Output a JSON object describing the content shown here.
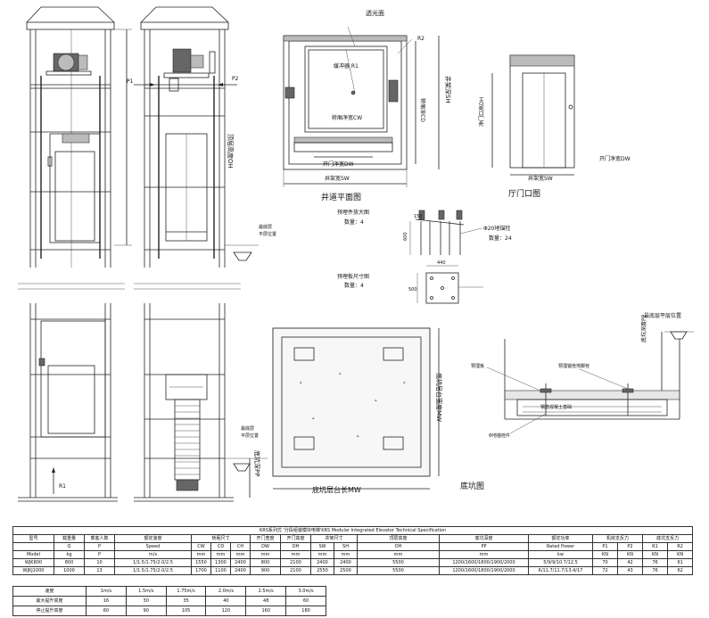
{
  "labels": {
    "top_floor_height": "顶层高度OH",
    "lowest_floor_station": "最底层",
    "lowest_floor_station2": "平层位置",
    "p1": "P1",
    "p2": "P2",
    "r1": "R1",
    "lowest_floor_level": "最底层",
    "lowest_floor_level2": "平层位置",
    "pit_depth": "底坑深PP",
    "light_panel": "透光面",
    "buffer_r1": "缓冲器 R1",
    "r2": "R2",
    "car_depth": "轿厢深CD",
    "shaft_depth": "井架深SH",
    "car_width": "轿厢净宽CW",
    "door_width_plan": "开门净宽DW",
    "shaft_width_plan": "井架宽SW",
    "shaft_plan_title": "井道平面图",
    "door_height": "净门口高DH",
    "door_width_elev": "开门净宽DW",
    "shaft_width_elev": "井架宽SW",
    "landing_door_title": "厅门口图",
    "embed_part_title": "预埋件放大图",
    "embed_part_qty": "数量：4",
    "anchor_bolt": "Φ20地锚栓",
    "anchor_qty": "数量：24",
    "dim_600": "600",
    "dim_150": "150",
    "dim_440": "440",
    "dim_500": "500",
    "plate_title": "预埋板尺寸图",
    "plate_qty": "数量：4",
    "pit_floor_depth": "底坑层台宽度MW",
    "pit_floor_length": "底坑层台长MW",
    "pit_title": "底坑图",
    "pit_floor_level_label": "最底层平层位置",
    "pit_depth_pp": "底坑深度PP",
    "embed_plate": "预埋板",
    "embed_anchor": "预埋锚栓地脚栓",
    "rebar_concrete": "钢筋混凝土基础",
    "anchor_bolt2": "Φ地锚栓件"
  },
  "spec_table": {
    "title": "KRS系列式 '分段组装模块电梯'KRS Modular Integrated Elevator Technical Specification",
    "header1": [
      "型号",
      "载重量",
      "乘客人数",
      "额定速度",
      "轿厢尺寸",
      "",
      "",
      "开门宽度",
      "开门高度",
      "井架尺寸",
      "",
      "顶层高度",
      "底坑深度",
      "额定功率",
      "机房支反力",
      "",
      "底坑支反力",
      ""
    ],
    "header2": [
      "",
      "Q",
      "P",
      "Speed",
      "CW",
      "CD",
      "CH",
      "DW",
      "DH",
      "SW",
      "SH",
      "OH",
      "PP",
      "Rated Power",
      "P1",
      "P2",
      "R1",
      "R2"
    ],
    "header3": [
      "Model",
      "kg",
      "P",
      "m/s",
      "mm",
      "mm",
      "mm",
      "mm",
      "mm",
      "mm",
      "mm",
      "mm",
      "mm",
      "kw",
      "KN",
      "KN",
      "KN",
      "KN"
    ],
    "rows": [
      [
        "WJK800",
        "800",
        "10",
        "1/1.5/1.75/2.0/2.5",
        "1550",
        "1300",
        "2400",
        "800",
        "2100",
        "2400",
        "2400",
        "5500",
        "1200/1600/1800/1900/2000",
        "5/9/9/10.7/12.5",
        "70",
        "42",
        "76",
        "61"
      ],
      [
        "WJKJ1000",
        "1000",
        "13",
        "1/1.5/1.75/2.0/2.5",
        "1700",
        "1100",
        "2400",
        "900",
        "2100",
        "2550",
        "2500",
        "5500",
        "1200/1600/1800/1900/2000",
        "6/11.7/11.7/13.4/17",
        "72",
        "43",
        "76",
        "62"
      ]
    ]
  },
  "speed_table": {
    "r1": [
      "速度",
      "1m/s",
      "1.5m/s",
      "1.75m/s",
      "2.0m/s",
      "2.5m/s",
      "3.0m/s"
    ],
    "r2": [
      "最大提升高度",
      "16",
      "30",
      "35",
      "40",
      "48",
      "60"
    ],
    "r3": [
      "停止提升高度",
      "60",
      "90",
      "105",
      "120",
      "160",
      "180"
    ]
  }
}
